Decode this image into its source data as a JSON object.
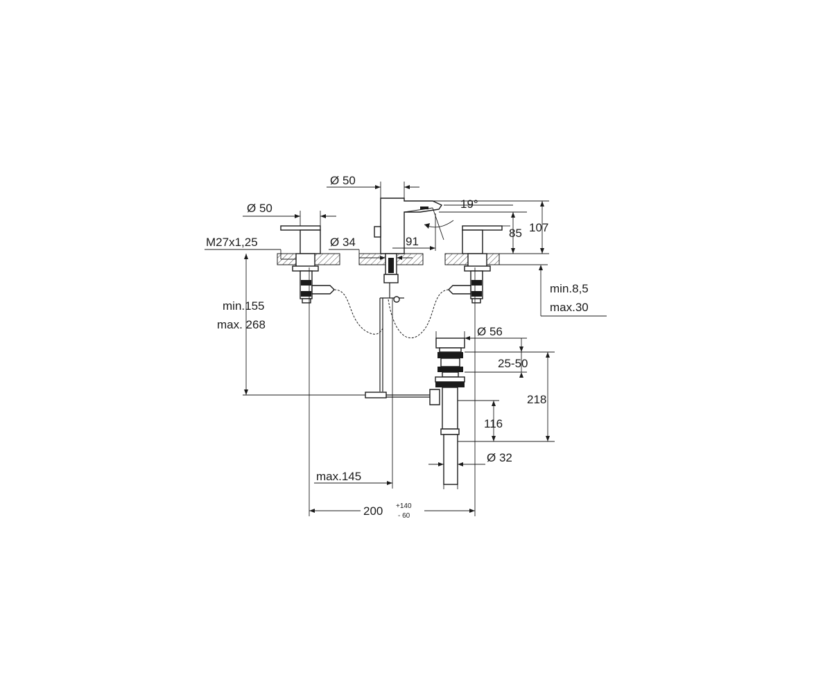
{
  "dimensions": {
    "spout_diameter": "Ø 50",
    "handle_diameter": "Ø 50",
    "thread": "M27x1,25",
    "shank_diameter": "Ø 34",
    "spout_reach": "91",
    "spout_angle": "19°",
    "handle_height": "85",
    "spout_height": "107",
    "deck_thickness_min": "min.8,5",
    "deck_thickness_max": "max.30",
    "hose_length_min": "min.155",
    "hose_length_max": "max. 268",
    "drain_diameter": "Ø 56",
    "drain_adjust": "25-50",
    "drain_total": "218",
    "tail_length": "116",
    "tail_diameter": "Ø 32",
    "rod_offset": "max.145",
    "spread": "200",
    "spread_tol_plus": "+140",
    "spread_tol_minus": "- 60"
  },
  "colors": {
    "line": "#1a1a1a",
    "background": "#ffffff"
  }
}
